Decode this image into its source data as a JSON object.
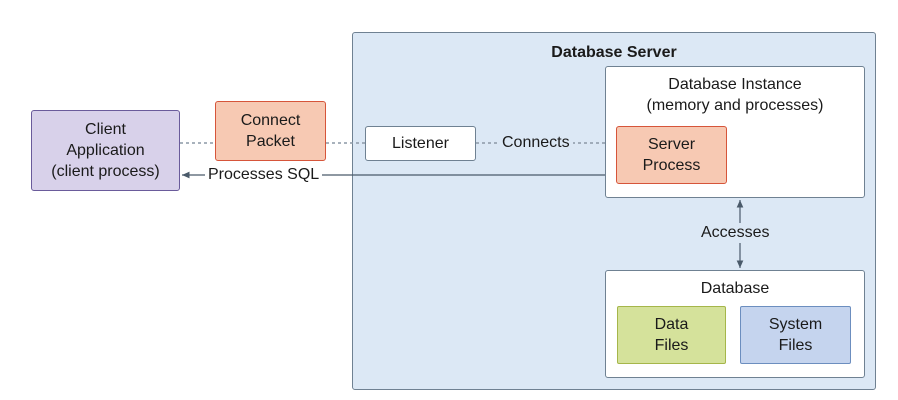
{
  "server": {
    "title": "Database Server"
  },
  "client": {
    "lines": [
      "Client",
      "Application",
      "(client process)"
    ]
  },
  "packet": {
    "lines": [
      "Connect",
      "Packet"
    ]
  },
  "listener": {
    "label": "Listener"
  },
  "instance": {
    "lines": [
      "Database Instance",
      "(memory and processes)"
    ]
  },
  "server_process": {
    "lines": [
      "Server",
      "Process"
    ]
  },
  "database": {
    "title": "Database"
  },
  "data_files": {
    "lines": [
      "Data",
      "Files"
    ]
  },
  "system_files": {
    "lines": [
      "System",
      "Files"
    ]
  },
  "edges": {
    "connects": "Connects",
    "processes_sql": "Processes SQL",
    "accesses": "Accesses"
  },
  "colors": {
    "server_fill": "#dce8f5",
    "client_fill": "#d8d1ea",
    "packet_fill": "#f7c9b3",
    "process_fill": "#f7c9b3",
    "data_files_fill": "#d5e29b",
    "system_files_fill": "#c5d4ee",
    "line": "#5b6b7a"
  }
}
